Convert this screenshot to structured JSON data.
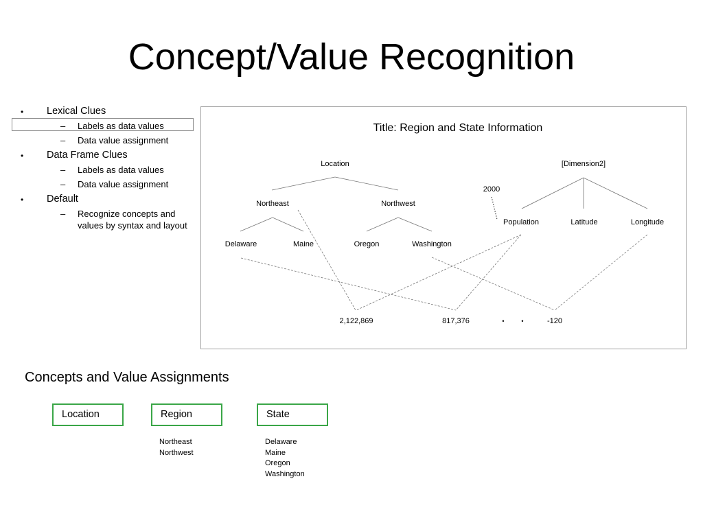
{
  "slide": {
    "title": "Concept/Value Recognition"
  },
  "outline": {
    "bullet_glyph": "•",
    "dash_glyph": "–",
    "items": [
      {
        "label": "Lexical Clues",
        "children": [
          "Labels as data values",
          "Data value assignment"
        ]
      },
      {
        "label": "Data Frame Clues",
        "children": [
          "Labels as data values",
          "Data value assignment"
        ]
      },
      {
        "label": "Default",
        "children": [
          "Recognize  concepts and values by syntax and layout"
        ]
      }
    ]
  },
  "diagram": {
    "title": "Title: Region and State Information",
    "nodes": {
      "location": "Location",
      "northeast": "Northeast",
      "northwest": "Northwest",
      "delaware": "Delaware",
      "maine": "Maine",
      "oregon": "Oregon",
      "washington": "Washington",
      "dimension2": "[Dimension2]",
      "year": "2000",
      "population": "Population",
      "latitude": "Latitude",
      "longitude": "Longitude",
      "value1": "2,122,869",
      "value2": "817,376",
      "value3": "-120",
      "bullet": "•"
    }
  },
  "assignments": {
    "heading": "Concepts and Value Assignments",
    "boxes": [
      {
        "label": "Location",
        "values": []
      },
      {
        "label": "Region",
        "values": [
          "Northeast",
          "Northwest"
        ]
      },
      {
        "label": "State",
        "values": [
          "Delaware",
          "Maine",
          "Oregon",
          "Washington"
        ]
      }
    ],
    "box_color": "#3aa647"
  }
}
